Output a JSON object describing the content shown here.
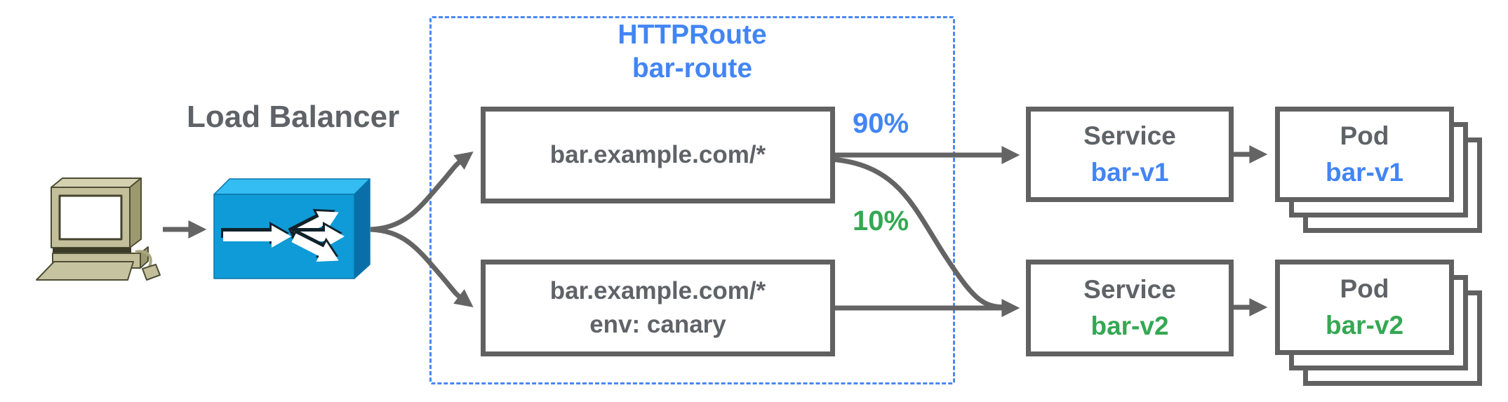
{
  "labels": {
    "load_balancer": "Load Balancer",
    "weight_primary": "90%",
    "weight_canary": "10%"
  },
  "httproute": {
    "kind": "HTTPRoute",
    "name": "bar-route",
    "matches": [
      {
        "lines": [
          "bar.example.com/*"
        ]
      },
      {
        "lines": [
          "bar.example.com/*",
          "env: canary"
        ]
      }
    ]
  },
  "services": [
    {
      "kind": "Service",
      "name": "bar-v1"
    },
    {
      "kind": "Service",
      "name": "bar-v2"
    }
  ],
  "pods": [
    {
      "kind": "Pod",
      "name": "bar-v1"
    },
    {
      "kind": "Pod",
      "name": "bar-v2"
    }
  ],
  "icons": {
    "client": "desktop-computer-icon",
    "load_balancer": "load-balancer-3d-box-icon"
  },
  "colors": {
    "accent_blue": "#4285f4",
    "accent_green": "#34a853",
    "outline_gray": "#616161",
    "text_gray": "#5f6368",
    "arrow_gray": "#646464",
    "dashed_border_blue": "#4b87f2",
    "lb_front": "#0f9bd7",
    "lb_top": "#33bdf2",
    "lb_side": "#0a6fa8",
    "computer_body": "#c2bf9a"
  }
}
